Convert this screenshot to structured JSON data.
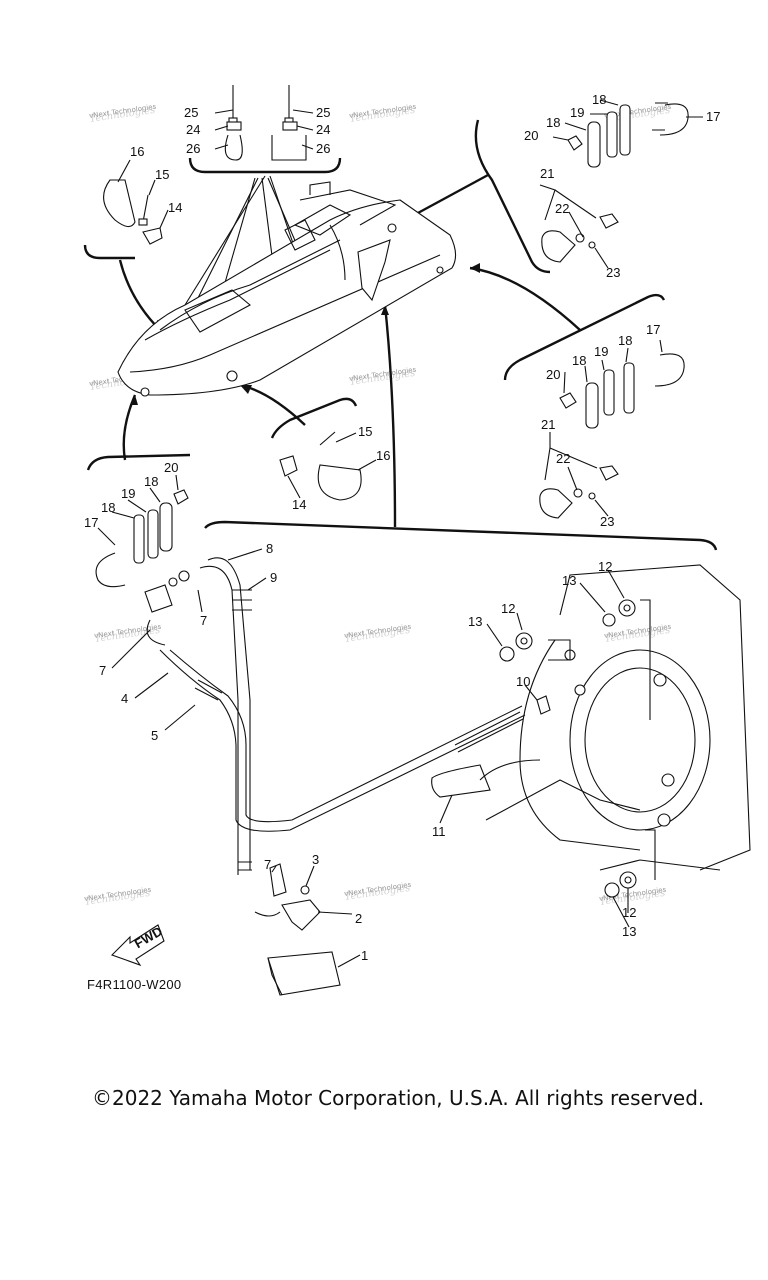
{
  "diagram": {
    "callouts": [
      "1",
      "2",
      "3",
      "4",
      "5",
      "7",
      "7",
      "7",
      "8",
      "9",
      "10",
      "11",
      "12",
      "12",
      "12",
      "13",
      "13",
      "13",
      "14",
      "14",
      "15",
      "15",
      "16",
      "16",
      "17",
      "17",
      "17",
      "18",
      "18",
      "18",
      "18",
      "18",
      "18",
      "19",
      "19",
      "19",
      "20",
      "20",
      "20",
      "21",
      "21",
      "22",
      "22",
      "23",
      "23",
      "24",
      "24",
      "25",
      "25",
      "26",
      "26"
    ],
    "fwd_label": "FWD",
    "diagram_code": "F4R1100-W200",
    "watermark_line1": "vNext Technologies",
    "watermark_line2": "Technologies"
  },
  "footer": {
    "copyright": "©2022 Yamaha Motor Corporation, U.S.A. All rights reserved."
  }
}
